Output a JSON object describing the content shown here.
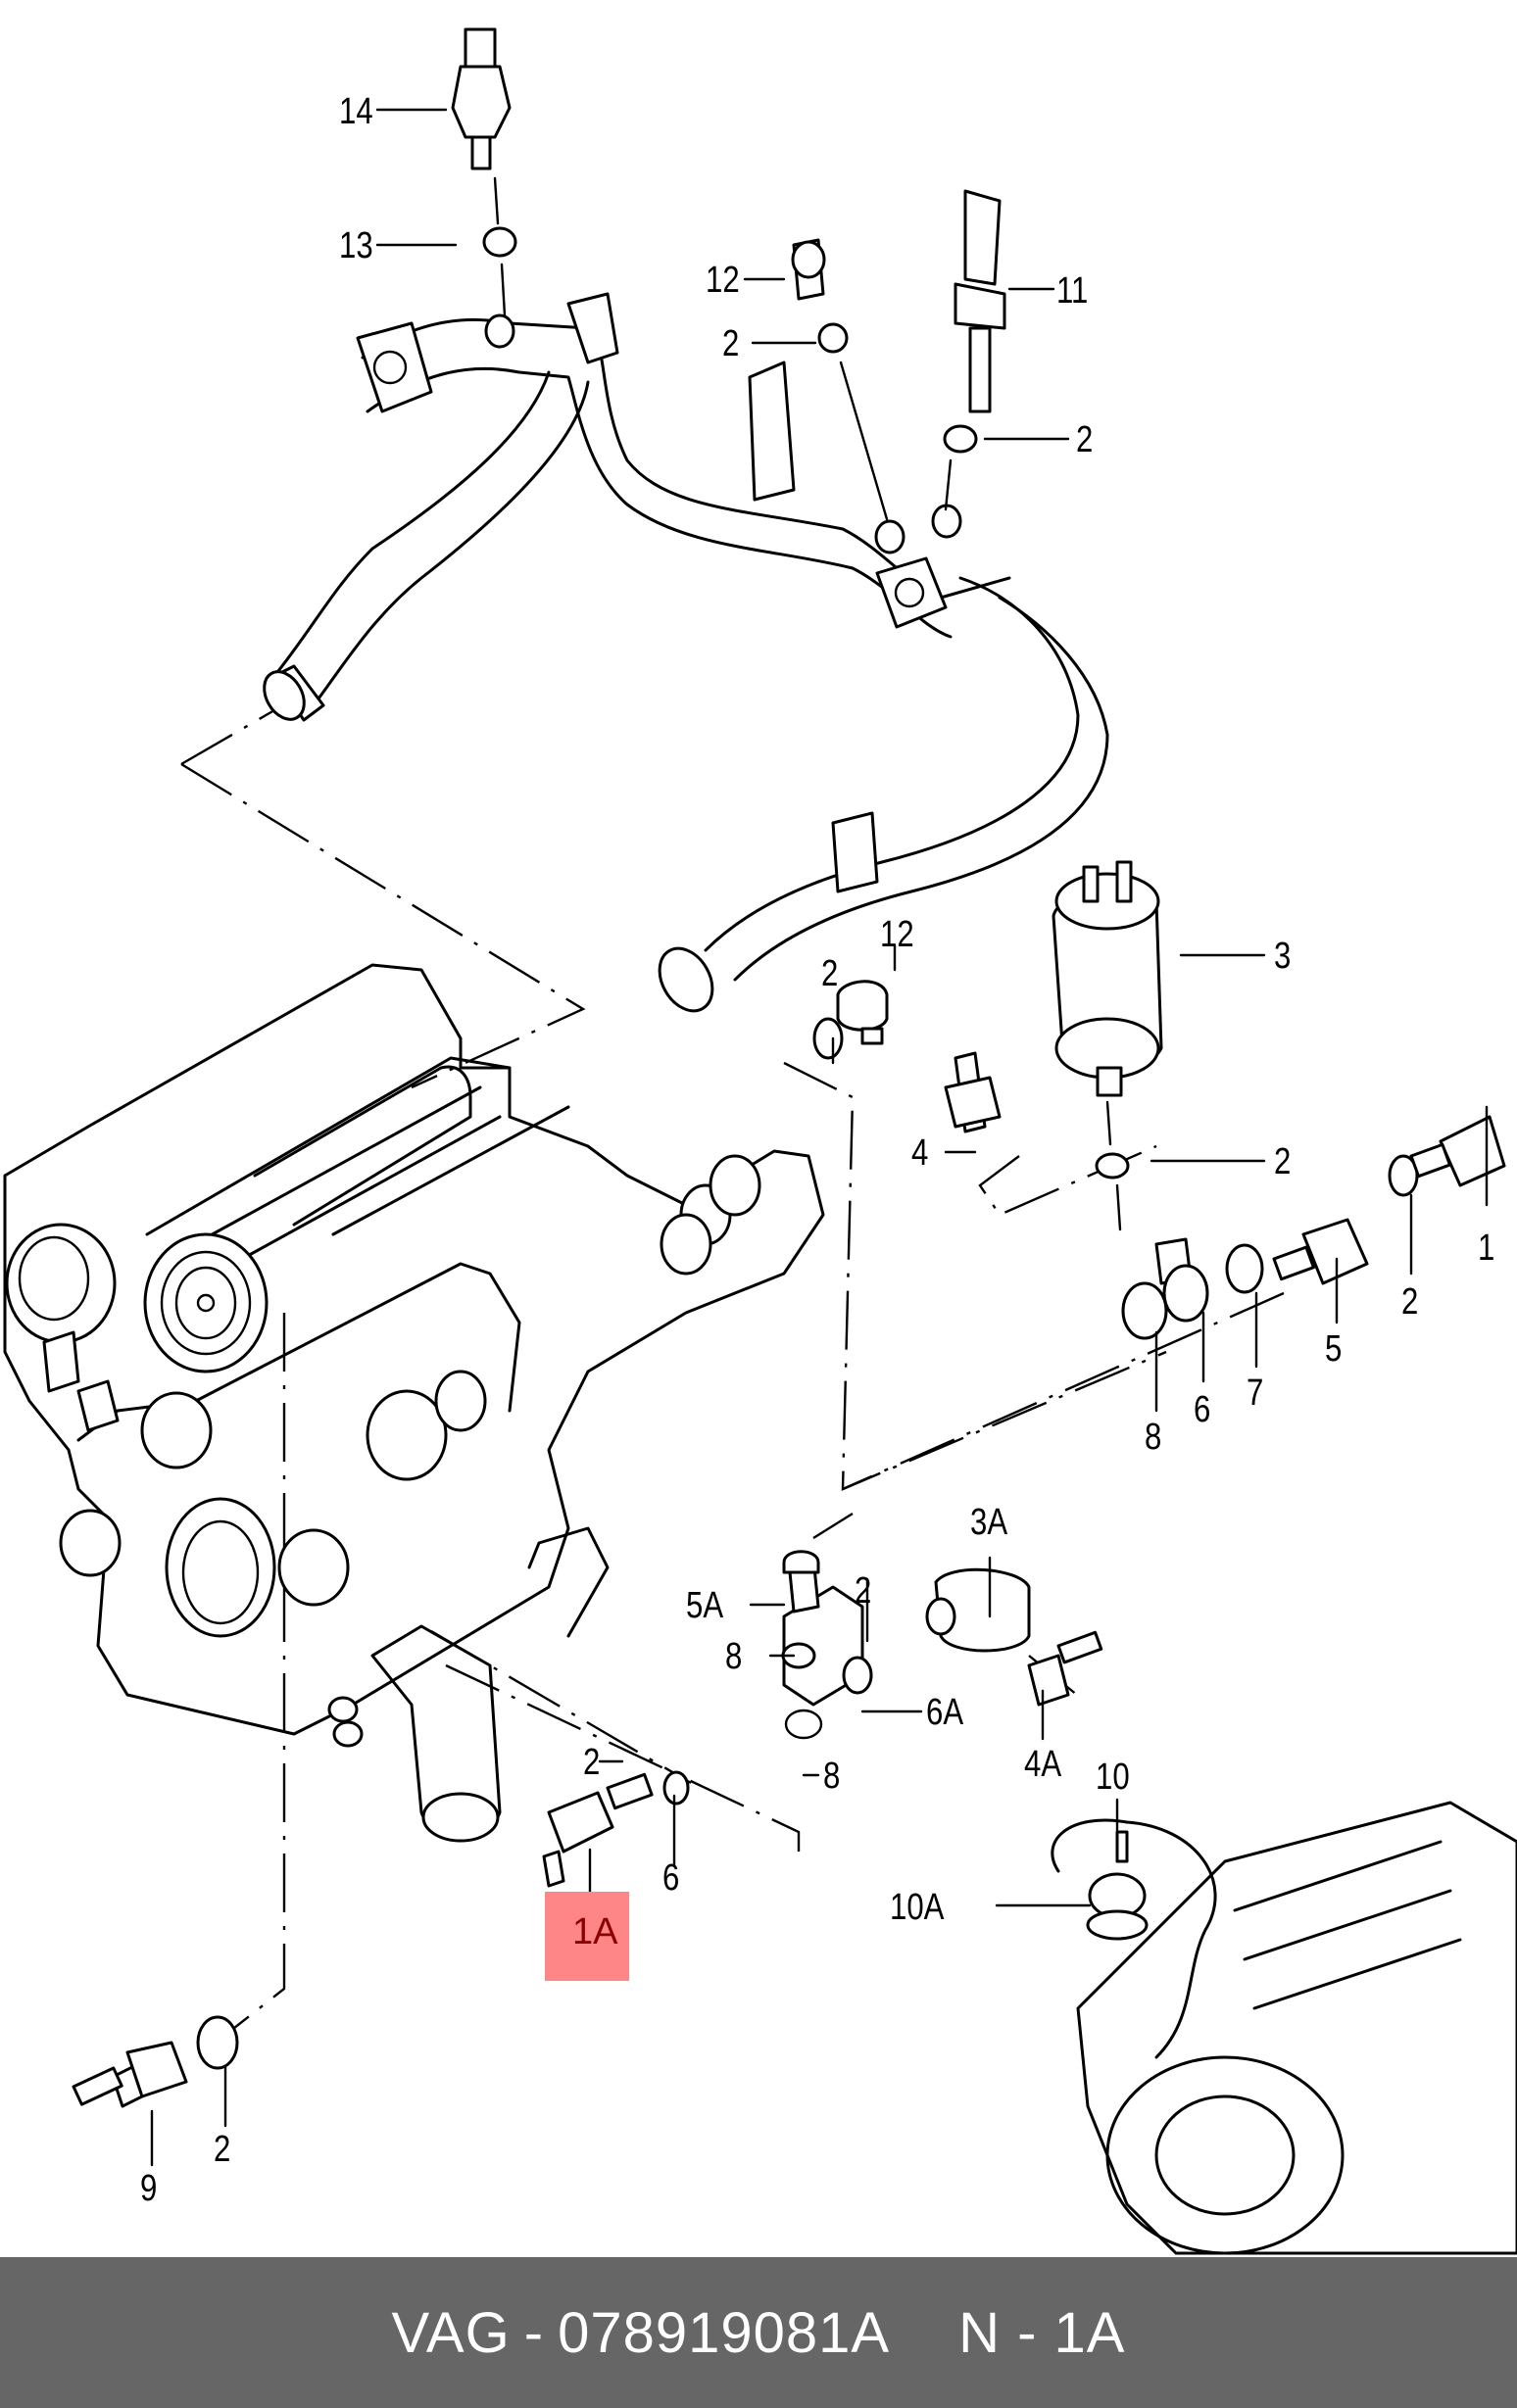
{
  "diagram": {
    "kind": "exploded parts diagram",
    "subject": "engine oil/coolant sensors and switches",
    "highlighted_part": "1A",
    "highlight_color": "#ff8686",
    "highlight_text_color": "#8b0000",
    "callouts": [
      {
        "id": "c14",
        "label": "14"
      },
      {
        "id": "c13",
        "label": "13"
      },
      {
        "id": "c12a",
        "label": "12"
      },
      {
        "id": "c2a",
        "label": "2"
      },
      {
        "id": "c11",
        "label": "11"
      },
      {
        "id": "c2b",
        "label": "2"
      },
      {
        "id": "c12b",
        "label": "12"
      },
      {
        "id": "c2c",
        "label": "2"
      },
      {
        "id": "c3",
        "label": "3"
      },
      {
        "id": "c4",
        "label": "4"
      },
      {
        "id": "c2d",
        "label": "2"
      },
      {
        "id": "c1",
        "label": "1"
      },
      {
        "id": "c2e",
        "label": "2"
      },
      {
        "id": "c5",
        "label": "5"
      },
      {
        "id": "c7",
        "label": "7"
      },
      {
        "id": "c6a",
        "label": "6"
      },
      {
        "id": "c8a",
        "label": "8"
      },
      {
        "id": "c3A",
        "label": "3A"
      },
      {
        "id": "c5A",
        "label": "5A"
      },
      {
        "id": "c2f",
        "label": "2"
      },
      {
        "id": "c8b",
        "label": "8"
      },
      {
        "id": "c6A",
        "label": "6A"
      },
      {
        "id": "c4A",
        "label": "4A"
      },
      {
        "id": "c2g",
        "label": "2"
      },
      {
        "id": "c8c",
        "label": "8"
      },
      {
        "id": "c6b",
        "label": "6"
      },
      {
        "id": "c10",
        "label": "10"
      },
      {
        "id": "c10A",
        "label": "10A"
      },
      {
        "id": "c9",
        "label": "9"
      },
      {
        "id": "c2h",
        "label": "2"
      }
    ],
    "highlight_label": "1A"
  },
  "footer": {
    "brand": "VAG",
    "separator": "-",
    "part_number": "078919081A",
    "position_ref": "N - 1A"
  },
  "colors": {
    "footer_bg": "#666666",
    "footer_text": "#ffffff",
    "line": "#000000"
  }
}
